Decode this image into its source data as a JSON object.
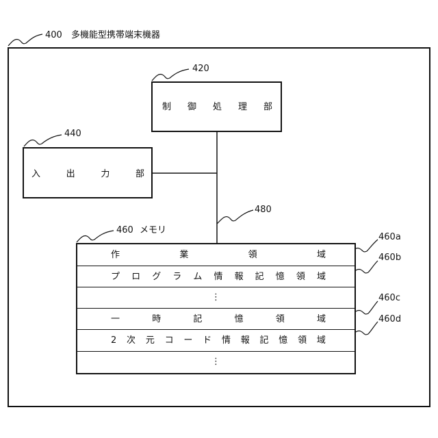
{
  "device": {
    "ref": "400",
    "name": "多機能型携帯端末機器"
  },
  "control": {
    "ref": "420",
    "chars": [
      "制",
      "御",
      "処",
      "理",
      "部"
    ]
  },
  "io": {
    "ref": "440",
    "chars": [
      "入",
      "出",
      "力",
      "部"
    ]
  },
  "bus": {
    "ref": "480"
  },
  "memory": {
    "ref": "460",
    "name": "メモリ",
    "rows": [
      {
        "ref": "460a",
        "chars": [
          "作",
          "業",
          "領",
          "域"
        ]
      },
      {
        "ref": "460b",
        "chars": [
          "プ",
          "ロ",
          "グ",
          "ラ",
          "ム",
          "情",
          "報",
          "記",
          "憶",
          "領",
          "域"
        ]
      },
      {
        "dots": "⋮"
      },
      {
        "ref": "460c",
        "chars": [
          "一",
          "時",
          "記",
          "憶",
          "領",
          "域"
        ]
      },
      {
        "ref": "460d",
        "chars": [
          "2",
          "次",
          "元",
          "コ",
          "ー",
          "ド",
          "情",
          "報",
          "記",
          "憶",
          "領",
          "域"
        ]
      },
      {
        "dots": "⋮"
      }
    ]
  }
}
